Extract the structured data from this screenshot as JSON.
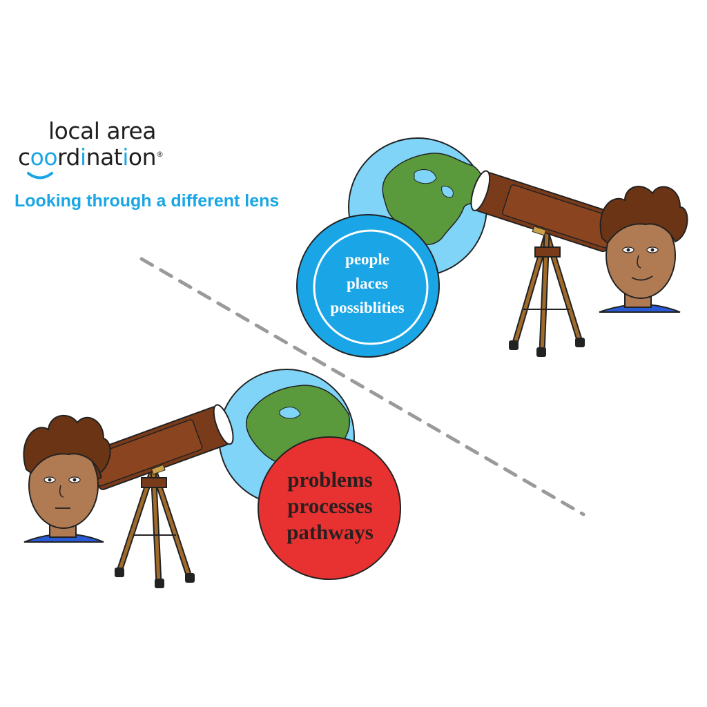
{
  "logo": {
    "line1": "local area",
    "line2_parts": [
      "c",
      "oo",
      "rd",
      "i",
      "nat",
      "i",
      "on"
    ],
    "registered": "®"
  },
  "tagline": "Looking through a different lens",
  "positive_view": {
    "lines": [
      "people",
      "places",
      "possiblities"
    ]
  },
  "negative_view": {
    "lines": [
      "problems",
      "processes",
      "pathways"
    ]
  },
  "colors": {
    "brand_blue": "#1aa6e6",
    "globe_ocean": "#7fd4f8",
    "globe_land": "#5a9a3c",
    "telescope_brown": "#7a3b1a",
    "red_circle": "#e83232",
    "skin": "#b07a52",
    "hair": "#6b3415"
  },
  "icons": [
    "smile-logo-icon",
    "globe-icon",
    "telescope-icon",
    "person-icon",
    "divider-line"
  ]
}
